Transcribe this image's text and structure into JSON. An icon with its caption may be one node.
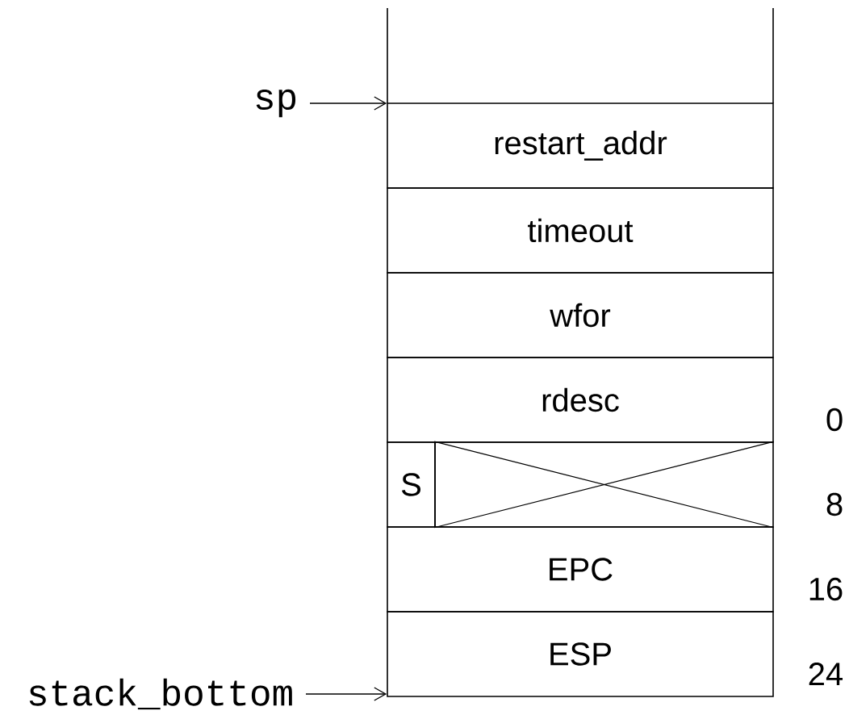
{
  "diagram": {
    "nodes": [
      {
        "text": [
          "restart_addr"
        ]
      },
      {
        "text": [
          "timeout"
        ]
      },
      {
        "text": [
          "wfor"
        ]
      },
      {
        "text": [
          "rdesc"
        ],
        "beside": [
          "0"
        ]
      },
      {
        "text": [
          "S"
        ]
      },
      {
        "text": [],
        "shape": "box",
        "beside": [
          "8"
        ]
      },
      {
        "text": [
          "EPC"
        ],
        "beside": [
          "16"
        ]
      },
      {
        "text": [
          "ESP"
        ],
        "beside": [
          "24"
        ]
      },
      {
        "text": [
          "sp"
        ]
      },
      {
        "text": [
          "stack_bottom"
        ]
      }
    ],
    "edges": [
      {
        "from": 8,
        "to": 0,
        "arrow": "to"
      },
      {
        "from": 9,
        "to": 7,
        "arrow": "to"
      }
    ]
  }
}
